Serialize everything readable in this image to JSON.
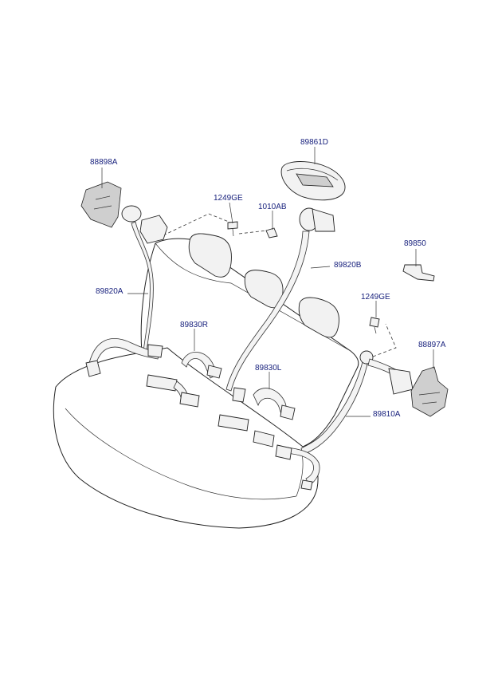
{
  "callouts": [
    {
      "id": "88898a",
      "text": "88898A"
    },
    {
      "id": "89861d",
      "text": "89861D"
    },
    {
      "id": "1249ge-top",
      "text": "1249GE"
    },
    {
      "id": "1010ab",
      "text": "1010AB"
    },
    {
      "id": "89850",
      "text": "89850"
    },
    {
      "id": "89820b",
      "text": "89820B"
    },
    {
      "id": "89820a",
      "text": "89820A"
    },
    {
      "id": "1249ge-right",
      "text": "1249GE"
    },
    {
      "id": "89830r",
      "text": "89830R"
    },
    {
      "id": "88897a",
      "text": "88897A"
    },
    {
      "id": "89830l",
      "text": "89830L"
    },
    {
      "id": "89810a",
      "text": "89810A"
    }
  ],
  "colors": {
    "label": "#1a237e",
    "line": "#222222"
  }
}
